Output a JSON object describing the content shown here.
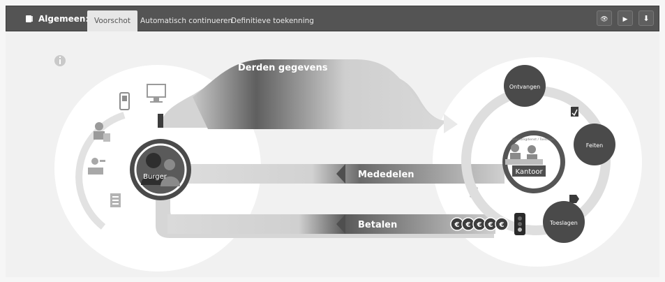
{
  "header": {
    "app_label": "Algemeen:",
    "tabs": [
      {
        "label": "Voorschot",
        "active": true
      },
      {
        "label": "Automatisch continueren",
        "active": false
      },
      {
        "label": "Definitieve toekenning",
        "active": false
      }
    ],
    "controls": [
      {
        "icon": "hide-icon",
        "glyph": "👁"
      },
      {
        "icon": "play-icon",
        "glyph": "▶"
      },
      {
        "icon": "download-icon",
        "glyph": "⬇"
      }
    ]
  },
  "diagram": {
    "flows": {
      "derden": "Derden gegevens",
      "mededelen": "Mededelen",
      "betalen": "Betalen"
    },
    "burger": "Burger",
    "kantoor": "Kantoor",
    "kantoor_ring_text": "Belastingdienst / Toeslagen",
    "nodes": {
      "ontvangen": "Ontvangen",
      "feiten": "Feiten",
      "toeslagen": "Toeslagen"
    },
    "coin_symbol": "€",
    "colors": {
      "accent": "#5a5a5a",
      "dark": "#3e3e3e",
      "band": "#d3d3d3",
      "circle_bg": "#ffffff"
    }
  }
}
